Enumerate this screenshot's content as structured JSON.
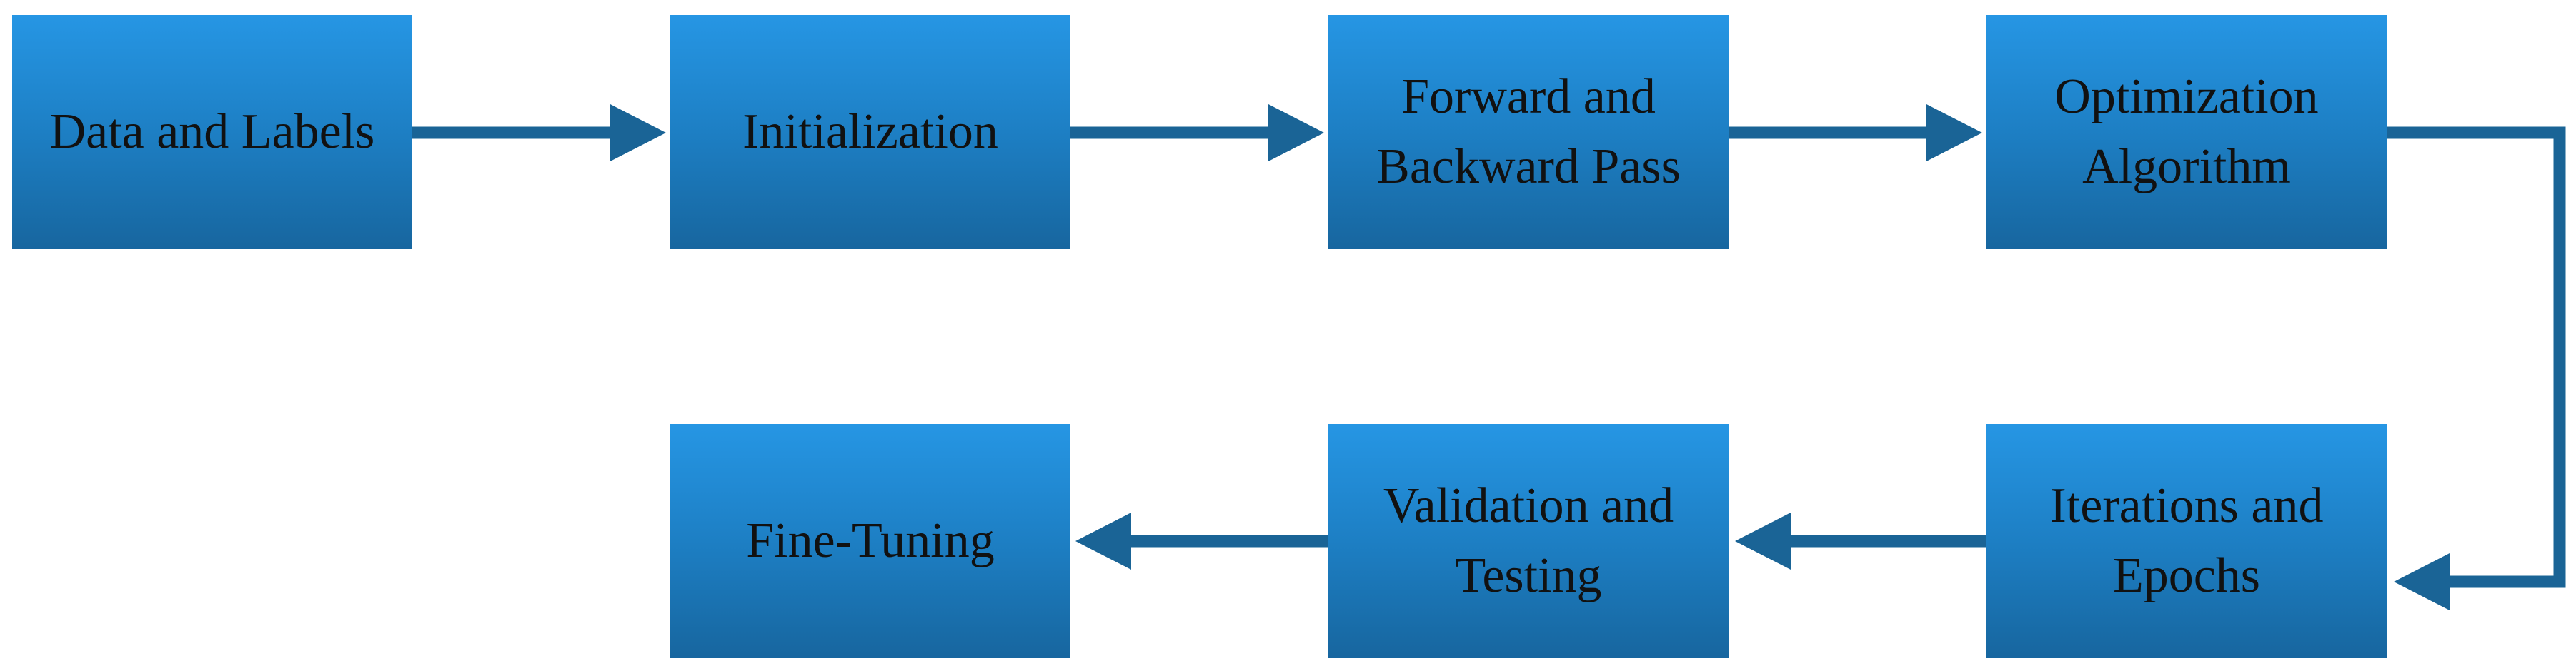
{
  "nodes": [
    {
      "id": "data-labels",
      "label": "Data and Labels"
    },
    {
      "id": "initialization",
      "label": "Initialization"
    },
    {
      "id": "forward-backward",
      "label": "Forward and\nBackward Pass"
    },
    {
      "id": "optimization",
      "label": "Optimization\nAlgorithm"
    },
    {
      "id": "iterations-epochs",
      "label": "Iterations and\nEpochs"
    },
    {
      "id": "validation-testing",
      "label": "Validation and\nTesting"
    },
    {
      "id": "fine-tuning",
      "label": "Fine-Tuning"
    }
  ],
  "colors": {
    "box_top": "#2696e4",
    "box_bottom": "#17669f",
    "arrow": "#1a6496",
    "text": "#111111"
  }
}
